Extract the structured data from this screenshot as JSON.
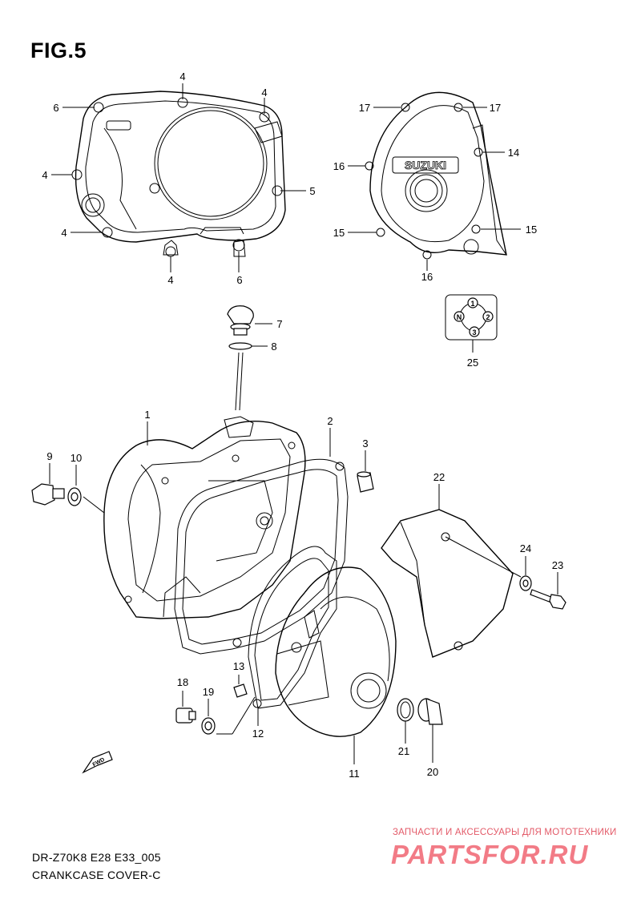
{
  "figure": {
    "title": "FIG.5",
    "model_code": "DR-Z70K8 E28 E33_005",
    "section_name": "CRANKCASE COVER-C"
  },
  "callouts": {
    "c1": "1",
    "c2": "2",
    "c3": "3",
    "c4a": "4",
    "c4b": "4",
    "c4c": "4",
    "c4d": "4",
    "c4e": "4",
    "c5": "5",
    "c6a": "6",
    "c6b": "6",
    "c7": "7",
    "c8": "8",
    "c9": "9",
    "c10": "10",
    "c11": "11",
    "c12": "12",
    "c13": "13",
    "c14": "14",
    "c15a": "15",
    "c15b": "15",
    "c16a": "16",
    "c16b": "16",
    "c17a": "17",
    "c17b": "17",
    "c18": "18",
    "c19": "19",
    "c20": "20",
    "c21": "21",
    "c22": "22",
    "c23": "23",
    "c24": "24",
    "c25": "25"
  },
  "gear_indicator": {
    "n": "N",
    "g1": "1",
    "g2": "2",
    "g3": "3"
  },
  "cover_logo": "SUZUKI",
  "fwd_arrow": "FWD",
  "watermark": {
    "subtitle": "ЗАПЧАСТИ И АКСЕССУАРЫ ДЛЯ МОТОТЕХНИКИ",
    "brand": "PARTSFOR.RU"
  }
}
